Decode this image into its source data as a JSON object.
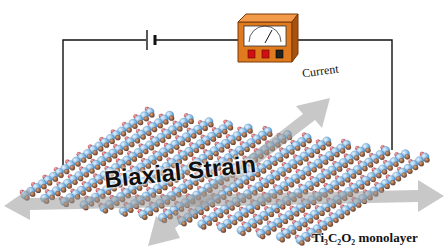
{
  "diagram": {
    "labels": [
      "Current",
      "Biaxial Strain",
      "Ti₃C₂O₂ monolayer"
    ]
  }
}
